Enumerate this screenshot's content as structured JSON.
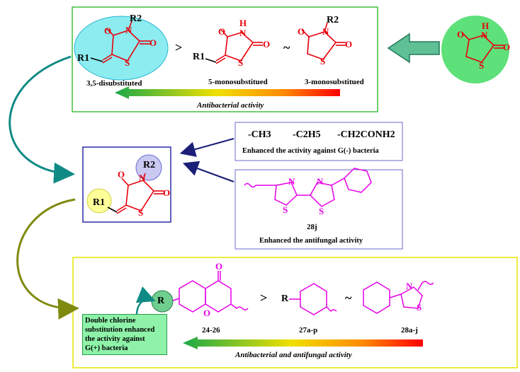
{
  "top_panel": {
    "compounds": [
      {
        "name": "3,5-disubstituted",
        "substituents": [
          "R1",
          "R2"
        ]
      },
      {
        "name": "5-monosubstitued",
        "substituents": [
          "R1"
        ]
      },
      {
        "name": "3-monosubstitued",
        "substituents": [
          "R2"
        ]
      }
    ],
    "order_symbols": [
      ">",
      "~"
    ],
    "gradient_caption": "Antibacterial activity"
  },
  "colors": {
    "ring": "#e8000b",
    "sub_ring": "#e600e6",
    "frame_green": "#3fbf3f",
    "frame_blue": "#2a2aa8",
    "frame_yellow": "#e6e600",
    "teal_arrow": "#0f8a85",
    "olive_arrow": "#7f8a10",
    "navy_arrow": "#1b1f78",
    "cyan_ellipse": "#8cecf0",
    "lavender_circle": "#c9c9f2",
    "yellow_circle": "#ffff99",
    "green_circle": "#5ee07a",
    "note_fill": "#8ef2a8"
  },
  "substituent_box": {
    "groups": [
      "-CH3",
      "-C2H5",
      "-CH2CONH2"
    ],
    "caption": "Enhanced the activity against G(-) bacteria"
  },
  "thiazole_box": {
    "compound_id": "28j",
    "caption": "Enhanced the antifungal activity"
  },
  "bottom_panel": {
    "compounds": [
      "24-26",
      "27a-p",
      "28a-j"
    ],
    "order_symbols": [
      ">",
      "~"
    ],
    "note_lines": [
      "Double chlorine",
      "substitution enhanced",
      "the activity against",
      "G(+) bacteria"
    ],
    "gradient_caption": "Antibacterial and antifungal activity"
  },
  "atoms": {
    "o": "O",
    "n": "N",
    "s": "S",
    "h": "H",
    "r": "R",
    "r1": "R1",
    "r2": "R2"
  }
}
